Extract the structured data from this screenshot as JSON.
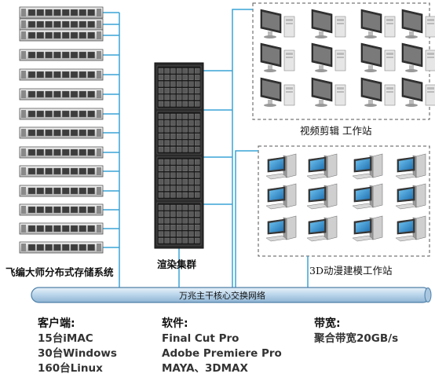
{
  "labels": {
    "storage": "飞编大师分布式存储系统",
    "render": "渲染集群",
    "video_ws": "视频剪辑 工作站",
    "model_ws": "3D动漫建模工作站",
    "backbone": "万兆主干核心交换网络"
  },
  "clients": {
    "title": "客户端:",
    "items": [
      "15台iMAC",
      "30台Windows",
      "160台Linux"
    ]
  },
  "software": {
    "title": "软件:",
    "items": [
      "Final Cut Pro",
      "Adobe Premiere Pro",
      "MAYA、3DMAX"
    ]
  },
  "bandwidth": {
    "title": "带宽:",
    "items": [
      "聚合带宽20GB/s"
    ]
  },
  "colors": {
    "link": "#3aa3d6",
    "bus_fill": "#c9dff0",
    "bus_stroke": "#4d7fa8",
    "dashed_border": "#555555"
  },
  "icons": {
    "storage_server": "rack-server-icon",
    "render_rack": "server-rack-icon",
    "imac": "imac-icon",
    "pc": "desktop-pc-icon"
  }
}
